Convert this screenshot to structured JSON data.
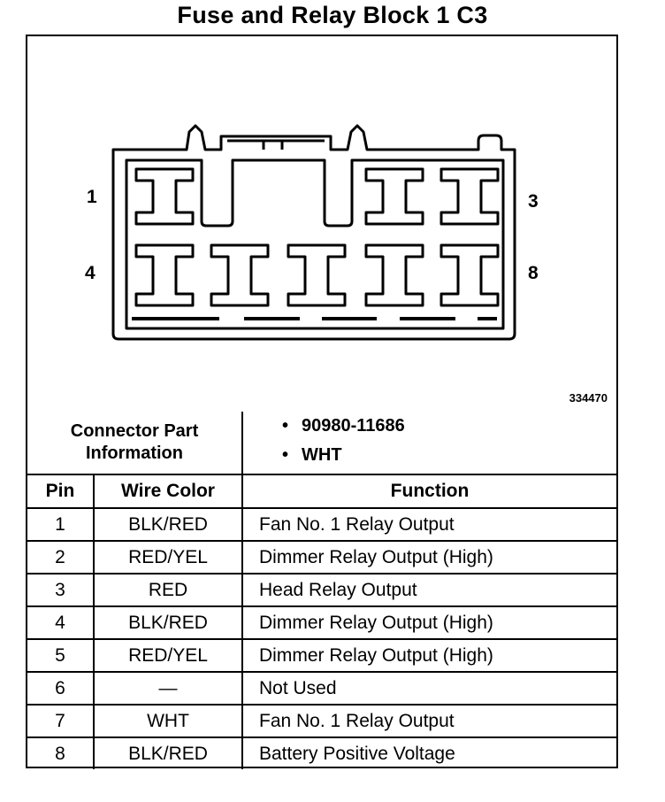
{
  "title": "Fuse and Relay Block 1 C3",
  "figure_number": "334470",
  "pin_labels": {
    "top_left": "1",
    "top_right": "3",
    "bottom_left": "4",
    "bottom_right": "8"
  },
  "connector_info": {
    "label": "Connector Part Information",
    "values": [
      "90980-11686",
      "WHT"
    ]
  },
  "table": {
    "headers": {
      "pin": "Pin",
      "wire_color": "Wire Color",
      "function": "Function"
    },
    "rows": [
      {
        "pin": "1",
        "wire_color": "BLK/RED",
        "function": "Fan No. 1 Relay Output"
      },
      {
        "pin": "2",
        "wire_color": "RED/YEL",
        "function": "Dimmer Relay Output (High)"
      },
      {
        "pin": "3",
        "wire_color": "RED",
        "function": "Head Relay Output"
      },
      {
        "pin": "4",
        "wire_color": "BLK/RED",
        "function": "Dimmer Relay Output (High)"
      },
      {
        "pin": "5",
        "wire_color": "RED/YEL",
        "function": "Dimmer Relay Output (High)"
      },
      {
        "pin": "6",
        "wire_color": "—",
        "function": "Not Used"
      },
      {
        "pin": "7",
        "wire_color": "WHT",
        "function": "Fan No. 1 Relay Output"
      },
      {
        "pin": "8",
        "wire_color": "BLK/RED",
        "function": "Battery Positive Voltage"
      }
    ]
  }
}
